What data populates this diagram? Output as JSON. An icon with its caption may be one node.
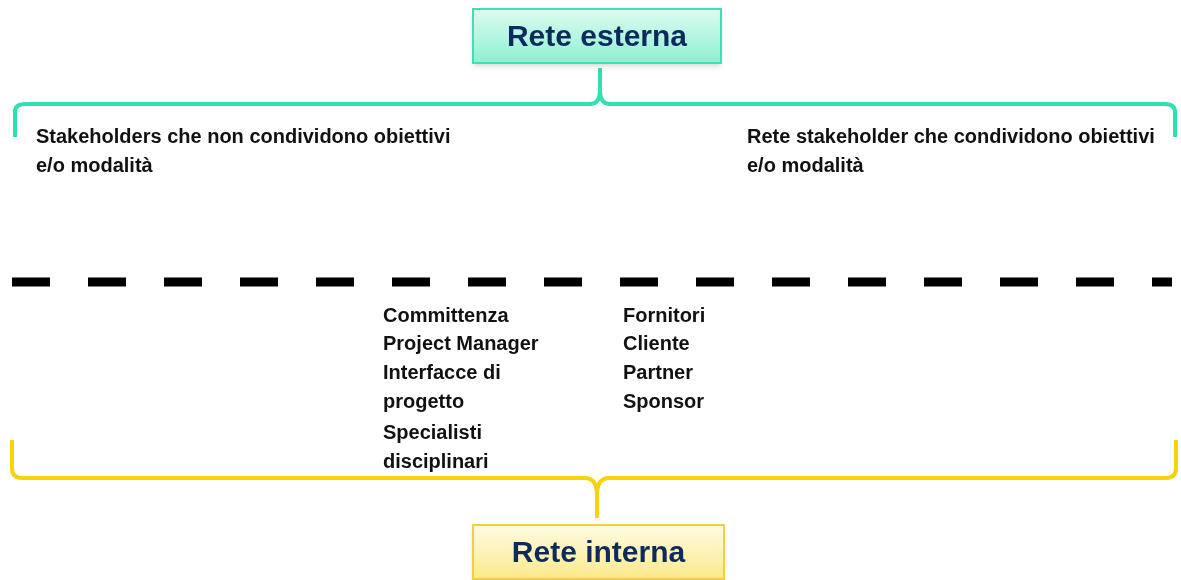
{
  "diagram": {
    "nodes": [
      {
        "text": [
          "Rete esterna"
        ]
      },
      {
        "text": [
          "Rete interna"
        ]
      }
    ],
    "labels": [
      "Stakeholders che non condividono obiettivi e/o modalità",
      "Rete stakeholder  che condividono obiettivi e/o modalità",
      "Committenza",
      "Project Manager",
      "Interfacce di progetto",
      "Specialisti disciplinari",
      "Fornitori",
      "Cliente",
      "Partner",
      "Sponsor"
    ]
  }
}
